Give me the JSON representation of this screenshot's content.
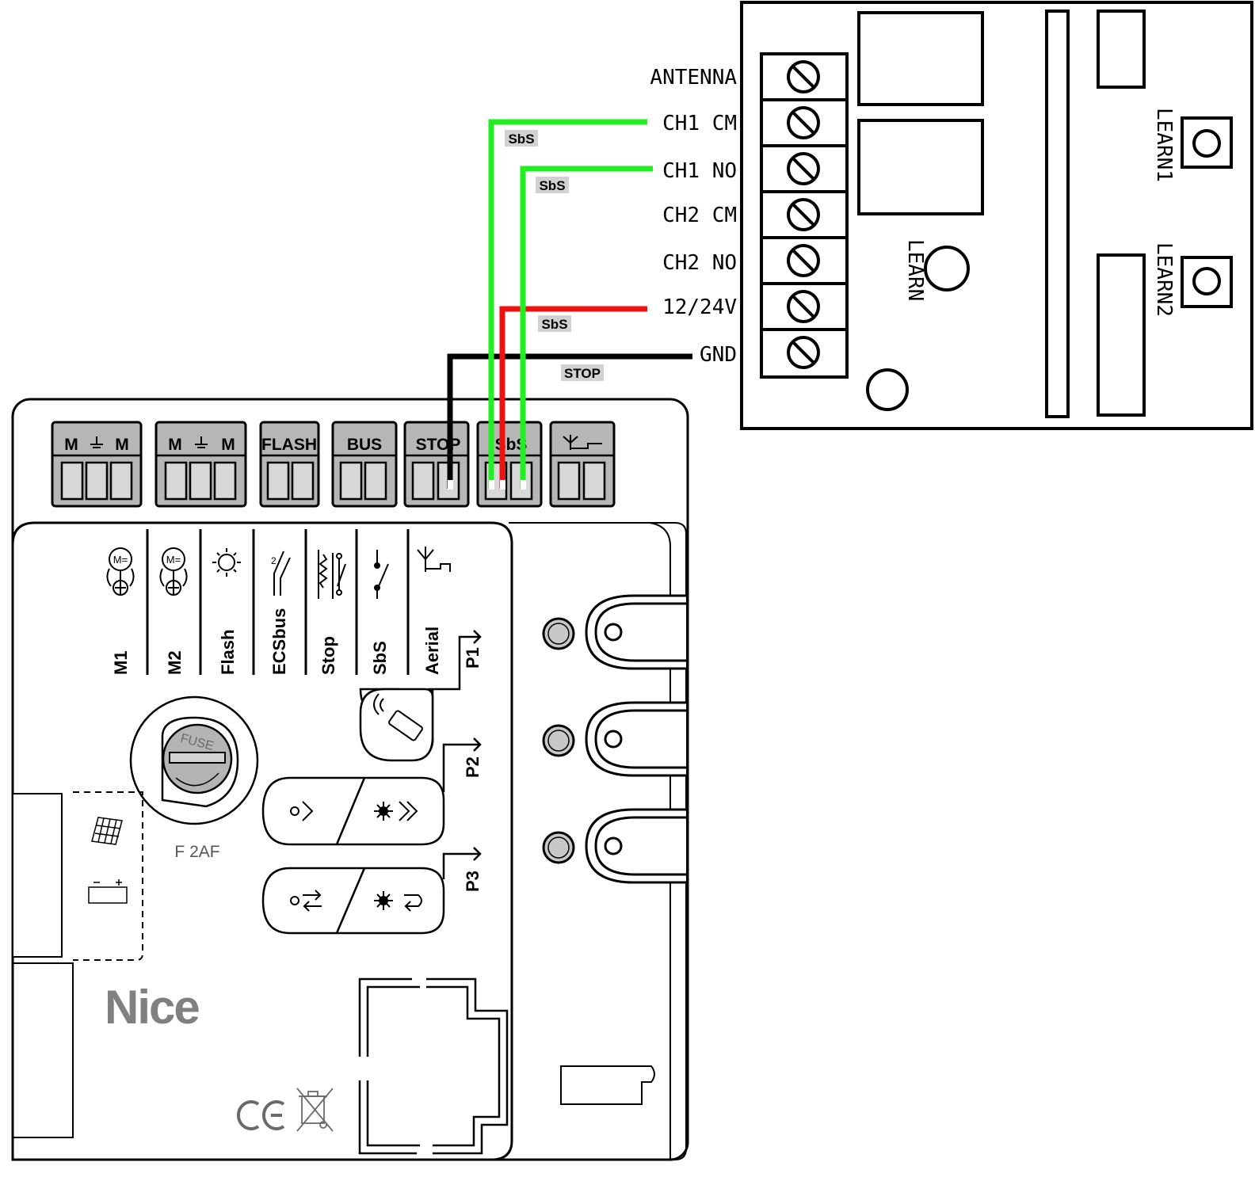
{
  "receiver": {
    "terminals": [
      "ANTENNA",
      "CH1 CM",
      "CH1 NO",
      "CH2 CM",
      "CH2 NO",
      "12/24V",
      "GND"
    ],
    "buttons": {
      "learn": "LEARN",
      "learn1": "LEARN1",
      "learn2": "LEARN2"
    }
  },
  "wires": [
    {
      "label": "SbS",
      "color": "#22ee22"
    },
    {
      "label": "SbS",
      "color": "#22ee22"
    },
    {
      "label": "SbS",
      "color": "#ee1111"
    },
    {
      "label": "STOP",
      "color": "#000000"
    }
  ],
  "control_unit": {
    "terminal_blocks": [
      "M",
      "M",
      "M",
      "M",
      "FLASH",
      "BUS",
      "STOP",
      "SbS"
    ],
    "panel_labels": [
      "M1",
      "M2",
      "Flash",
      "ECSbus",
      "Stop",
      "SbS",
      "Aerial"
    ],
    "buttons": [
      "P1",
      "P2",
      "P3"
    ],
    "fuse": {
      "label": "FUSE",
      "rating": "F 2AF"
    },
    "brand": "Nice",
    "icon_text": {
      "ecsbus_number": "2",
      "motor": "M="
    }
  }
}
